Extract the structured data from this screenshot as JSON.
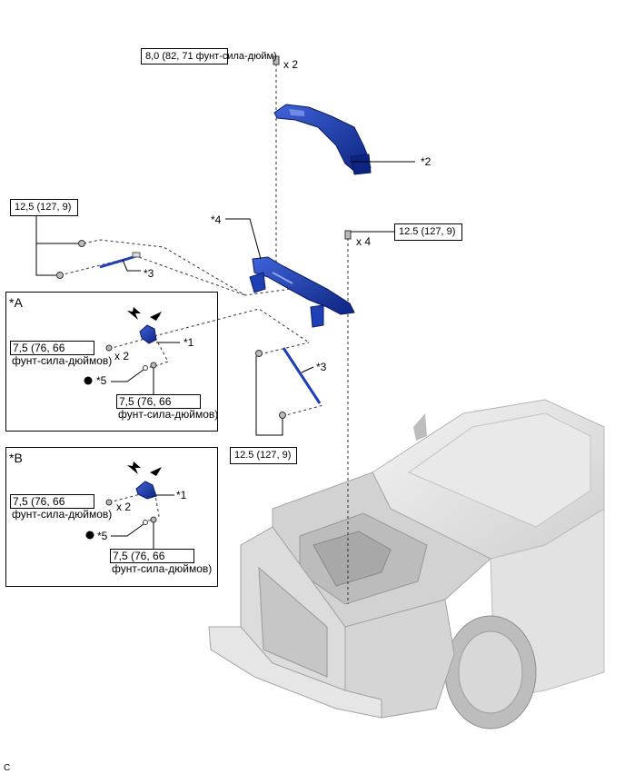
{
  "callouts": {
    "c1": "*1",
    "c2": "*2",
    "c3": "*3",
    "c4": "*4",
    "c5": "*5",
    "panel_a": "*A",
    "panel_b": "*B"
  },
  "torques": {
    "top_bolt": "8,0 (82, 71 фунт-сила-дюйм)",
    "left_bracket": "12,5 (127, 9)",
    "right_bolt": "12.5 (127, 9)",
    "lower_strut": "12.5 (127, 9)",
    "panel_line1": "7,5 (76, 66",
    "panel_line2": "фунт-сила-дюймов)"
  },
  "quantities": {
    "x2": "x 2",
    "x4": "x 4"
  },
  "footer": "C",
  "colors": {
    "part_blue": "#1f3fb5",
    "part_blue_dark": "#0d2480",
    "car_gray": "#cfcfcf",
    "leader": "#000000"
  }
}
